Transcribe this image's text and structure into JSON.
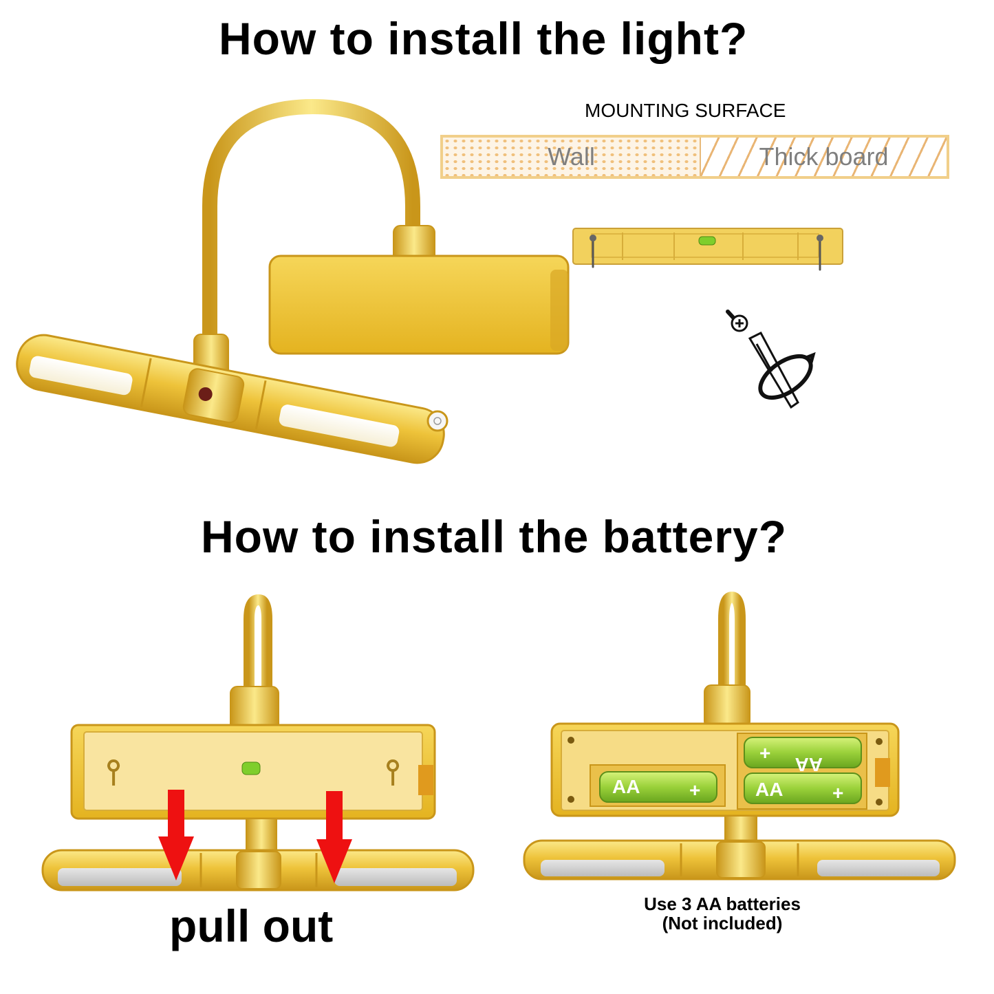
{
  "headings": {
    "install_light": "How to install  the light?",
    "install_battery": "How to install the battery?"
  },
  "mounting": {
    "label": "MOUNTING SURFACE",
    "wall": "Wall",
    "thick_board": "Thick board"
  },
  "battery_labels": {
    "aa_1": "AA",
    "aa_2": "AA",
    "aa_3": "AA",
    "plus": "+"
  },
  "captions": {
    "pull_out": "pull out",
    "battery_line1": "Use 3 AA batteries",
    "battery_line2": "(Not included)"
  },
  "colors": {
    "gold": "#e9b92a",
    "gold_light": "#f7dd6a",
    "arrow_red": "#ee1111",
    "battery_green": "#9ad13a"
  },
  "icons": [
    "screw-icon",
    "screwdriver-rotate-icon",
    "power-button-icon",
    "bubble-level-icon"
  ]
}
